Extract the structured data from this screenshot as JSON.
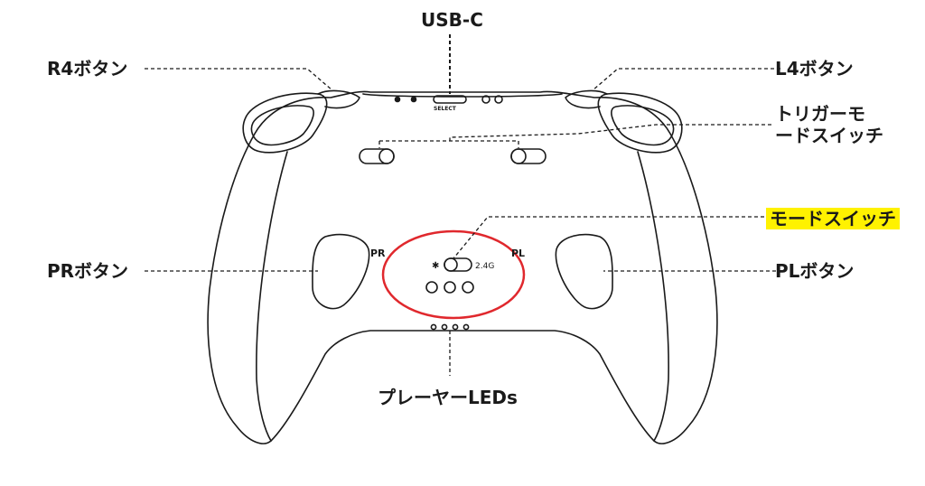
{
  "labels": {
    "usb_c": "USB-C",
    "r4": "R4ボタン",
    "l4": "L4ボタン",
    "trigger_mode_line1": "トリガーモ",
    "trigger_mode_line2": "ードスイッチ",
    "mode_switch": "モードスイッチ",
    "pr_button": "PRボタン",
    "pl_button": "PLボタン",
    "player_leds": "プレーヤーLEDs"
  },
  "controller": {
    "pr_mark": "PR",
    "pl_mark": "PL",
    "bluetooth_symbol": "✱",
    "wireless_mode": "2.4G",
    "port_text": "SELECT"
  },
  "colors": {
    "highlight": "#fff200",
    "callout_ring": "#e0282d",
    "outline": "#1a1a1a"
  }
}
